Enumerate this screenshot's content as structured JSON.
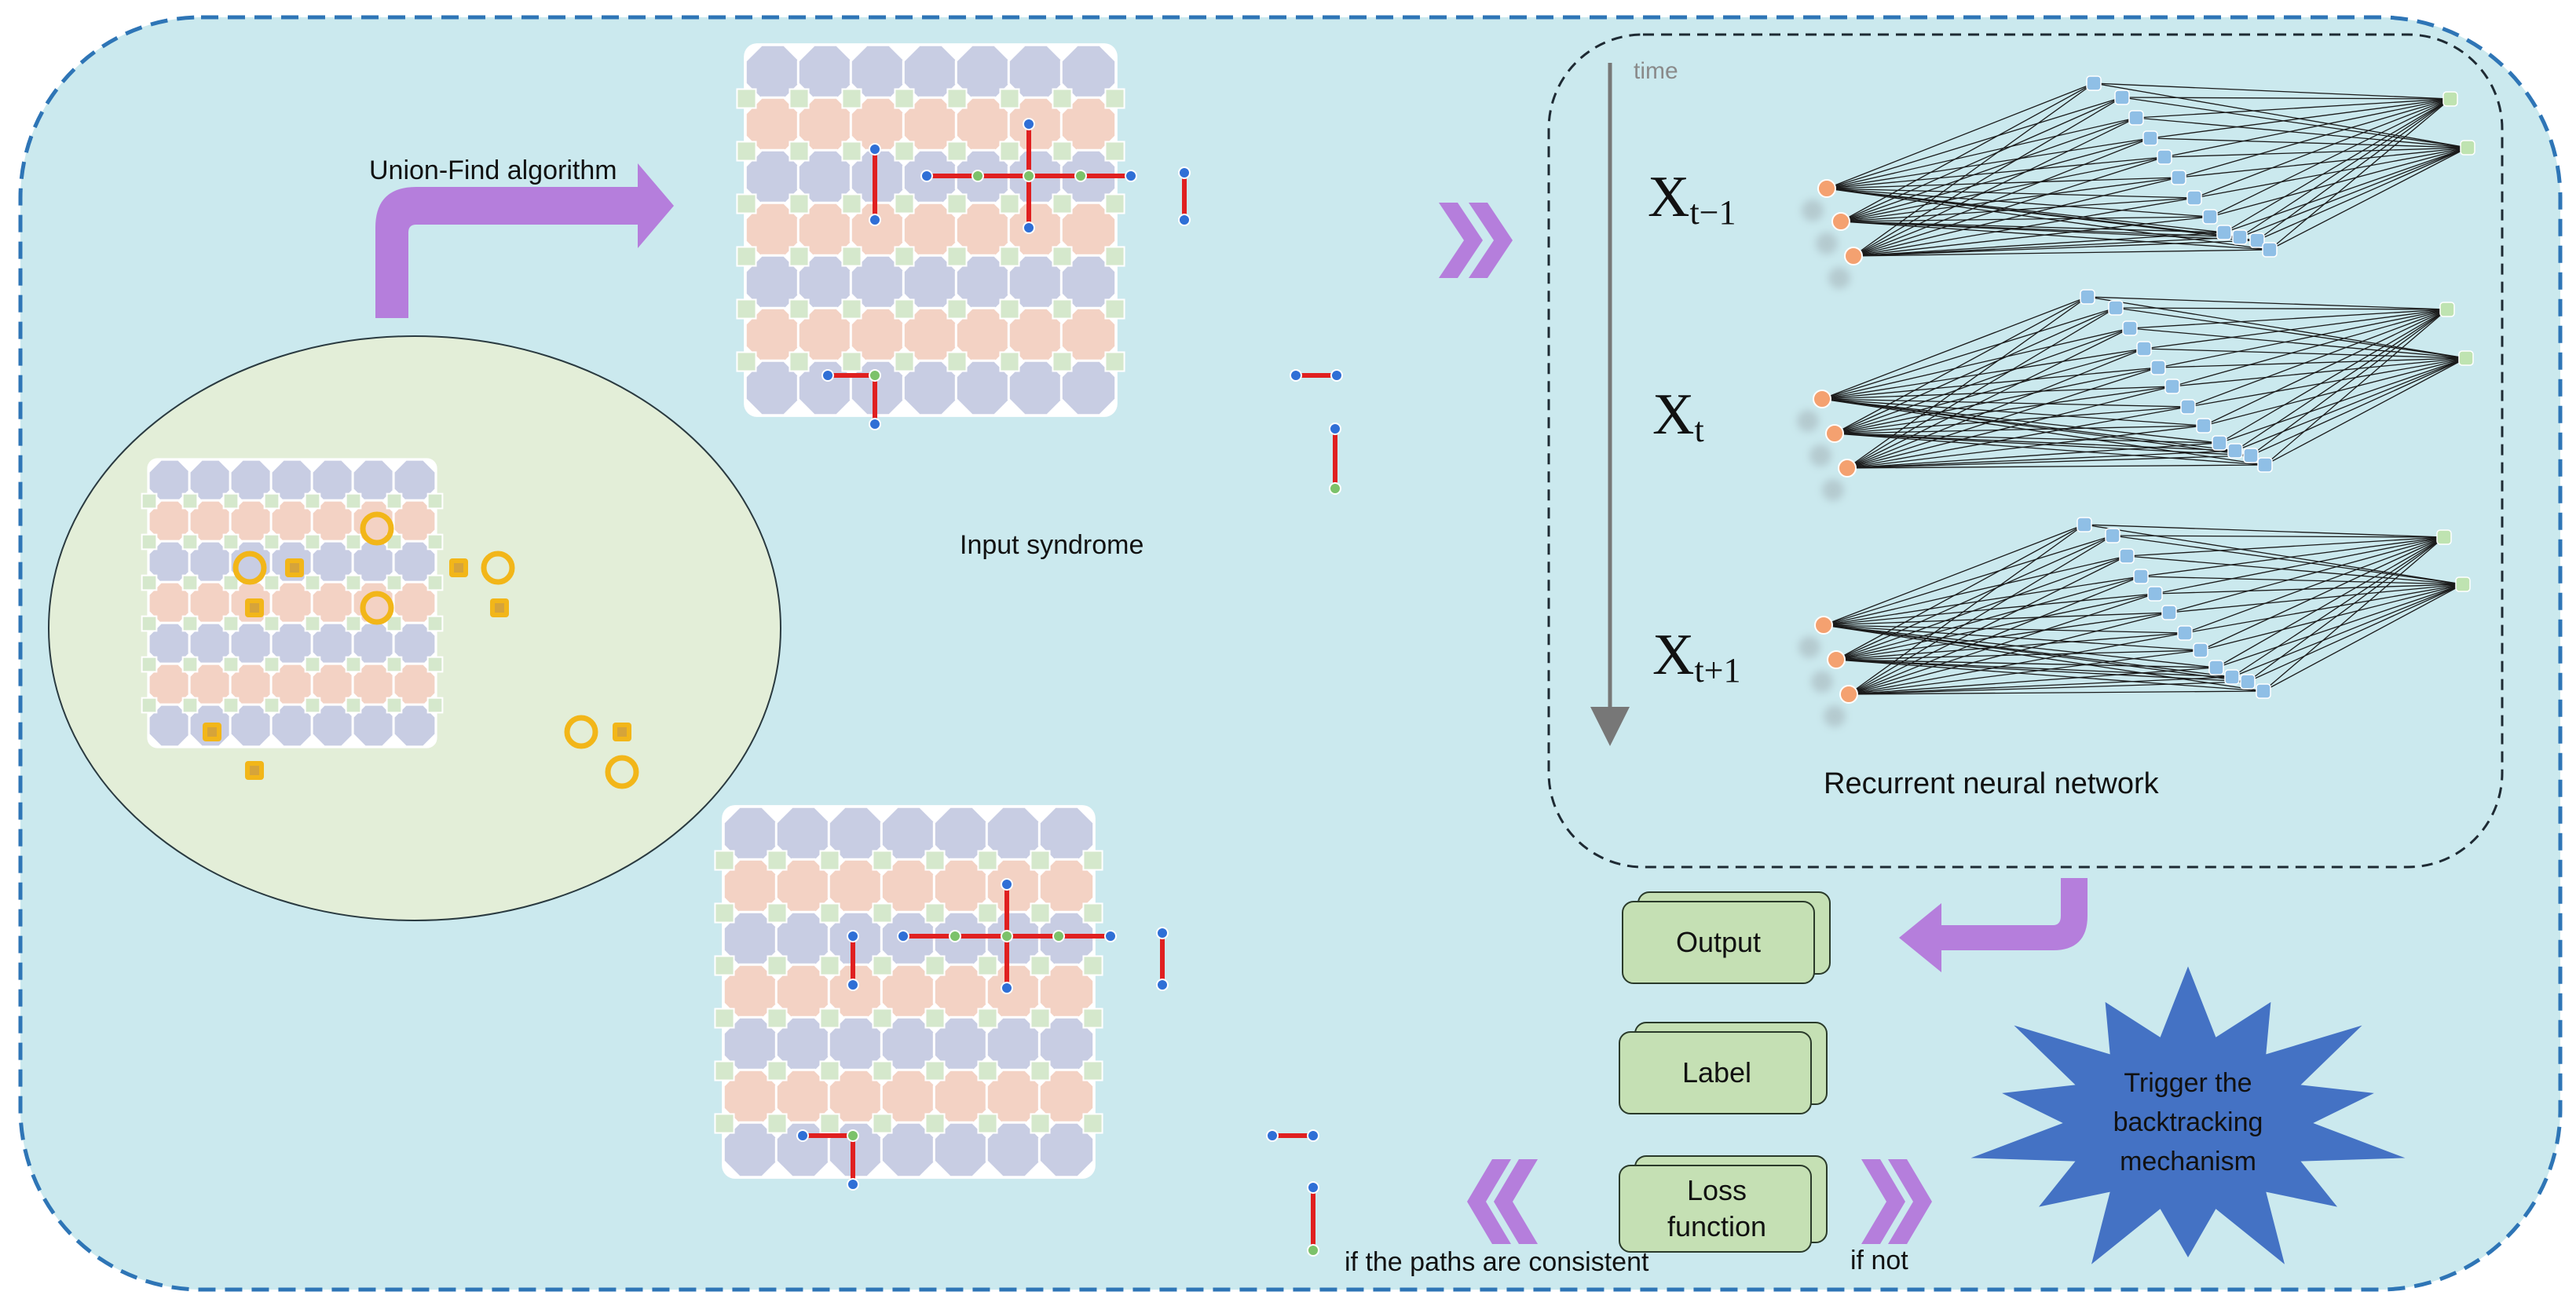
{
  "labels": {
    "union_find": "Union-Find algorithm",
    "input_syndrome": "Input syndrome",
    "time": "time",
    "rnn": "Recurrent neural network",
    "x_prev_base": "X",
    "x_prev_sub": "t−1",
    "x_cur_base": "X",
    "x_cur_sub": "t",
    "x_next_base": "X",
    "x_next_sub": "t+1",
    "output": "Output",
    "label": "Label",
    "loss_line1": "Loss",
    "loss_line2": "function",
    "trigger_line1": "Trigger the",
    "trigger_line2": "backtracking",
    "trigger_line3": "mechanism",
    "consistent": "if the paths are consistent",
    "if_not": "if not"
  },
  "colors": {
    "background": "#cbe9ee",
    "border": "#2e75b6",
    "arrow": "#b57edc",
    "ellipse": "#e3eed8",
    "octagon_blue": "#c8cde3",
    "octagon_peach": "#f3d2c4",
    "square_green": "#d5e8cc",
    "highlight_ring": "#f2b619",
    "path_red": "#e02020",
    "node_orange": "#f4a170",
    "node_blue": "#8fbfe6",
    "node_green": "#bfe3b1",
    "card_green": "#c5e0b4",
    "star_blue": "#4472c4"
  },
  "icons": {
    "arrow": "bent-arrow-icon",
    "chevron": "double-chevron-icon",
    "star": "starburst-icon"
  }
}
